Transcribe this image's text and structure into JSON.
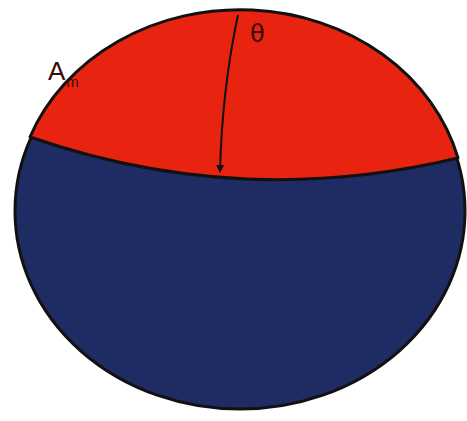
{
  "diagram": {
    "labels": [
      "A",
      "m",
      "θ"
    ]
  }
}
